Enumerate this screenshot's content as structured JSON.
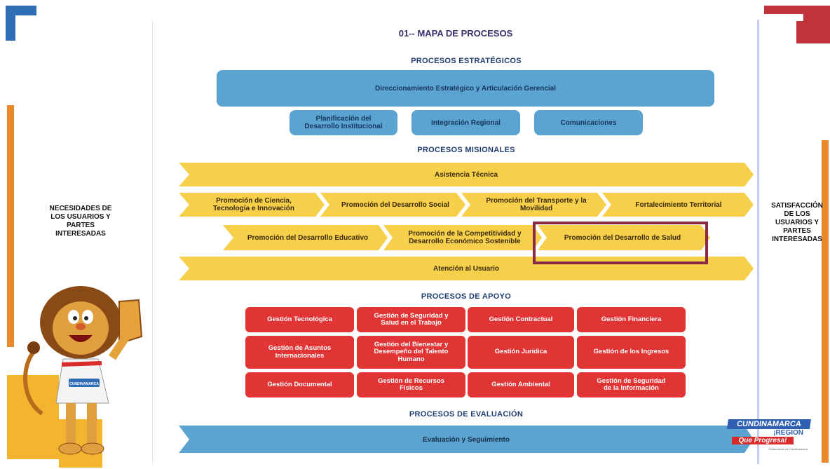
{
  "colors": {
    "strategic_blue": "#5ba3d0",
    "mission_yellow": "#f6cf4b",
    "support_red": "#e13535",
    "orange_bar": "#e8892b",
    "corner_blue": "#2f6db5",
    "corner_red": "#c1333b",
    "highlight": "#8b2a45"
  },
  "title": "01-- MAPA DE PROCESOS",
  "left_label": [
    "NECESIDADES DE",
    "LOS USUARIOS Y",
    "PARTES",
    "INTERESADAS"
  ],
  "right_label": [
    "SATISFACCIÓN",
    "DE LOS",
    "USUARIOS Y",
    "PARTES",
    "INTERESADAS"
  ],
  "strategic": {
    "heading": "PROCESOS ESTRATÉGICOS",
    "main": "Direccionamiento Estratégico y Articulación Gerencial",
    "sub": [
      [
        "Planificación del",
        "Desarrollo Institucional"
      ],
      [
        "Integración Regional"
      ],
      [
        "Comunicaciones"
      ]
    ]
  },
  "misionales": {
    "heading": "PROCESOS MISIONALES",
    "row1": "Asistencia Técnica",
    "row2": [
      [
        "Promoción de Ciencia,",
        "Tecnología e Innovación"
      ],
      [
        "Promoción del Desarrollo Social"
      ],
      [
        "Promoción del Transporte y la",
        "Movilidad"
      ],
      [
        "Fortalecimiento Territorial"
      ]
    ],
    "row3": [
      [
        "Promoción del Desarrollo Educativo"
      ],
      [
        "Promoción de la Competitividad y",
        "Desarrollo Económico Sostenible"
      ],
      [
        "Promoción del Desarrollo de Salud"
      ]
    ],
    "row4": "Atención al Usuario"
  },
  "apoyo": {
    "heading": "PROCESOS DE APOYO",
    "grid": [
      [
        [
          "Gestión Tecnológica"
        ],
        [
          "Gestión de Seguridad y",
          "Salud en el Trabajo"
        ],
        [
          "Gestión Contractual"
        ],
        [
          "Gestión Financiera"
        ]
      ],
      [
        [
          "Gestión de Asuntos",
          "Internacionales"
        ],
        [
          "Gestión del Bienestar y",
          "Desempeño del Talento",
          "Humano"
        ],
        [
          "Gestión Jurídica"
        ],
        [
          "Gestión de los Ingresos"
        ]
      ],
      [
        [
          "Gestión Documental"
        ],
        [
          "Gestión de Recursos",
          "Físicos"
        ],
        [
          "Gestión Ambiental"
        ],
        [
          "Gestión de Seguridad",
          "de la Información"
        ]
      ]
    ]
  },
  "evaluacion": {
    "heading": "PROCESOS DE EVALUACIÓN",
    "main": "Evaluación y Seguimiento"
  },
  "logo": {
    "line1": "CUNDINAMARCA",
    "line2": "¡REGIÓN",
    "line3": "Que Progresa!",
    "small": "Gobernación de Cundinamarca"
  },
  "mascot": {
    "shirt_text": "CUNDINAMARCA"
  }
}
